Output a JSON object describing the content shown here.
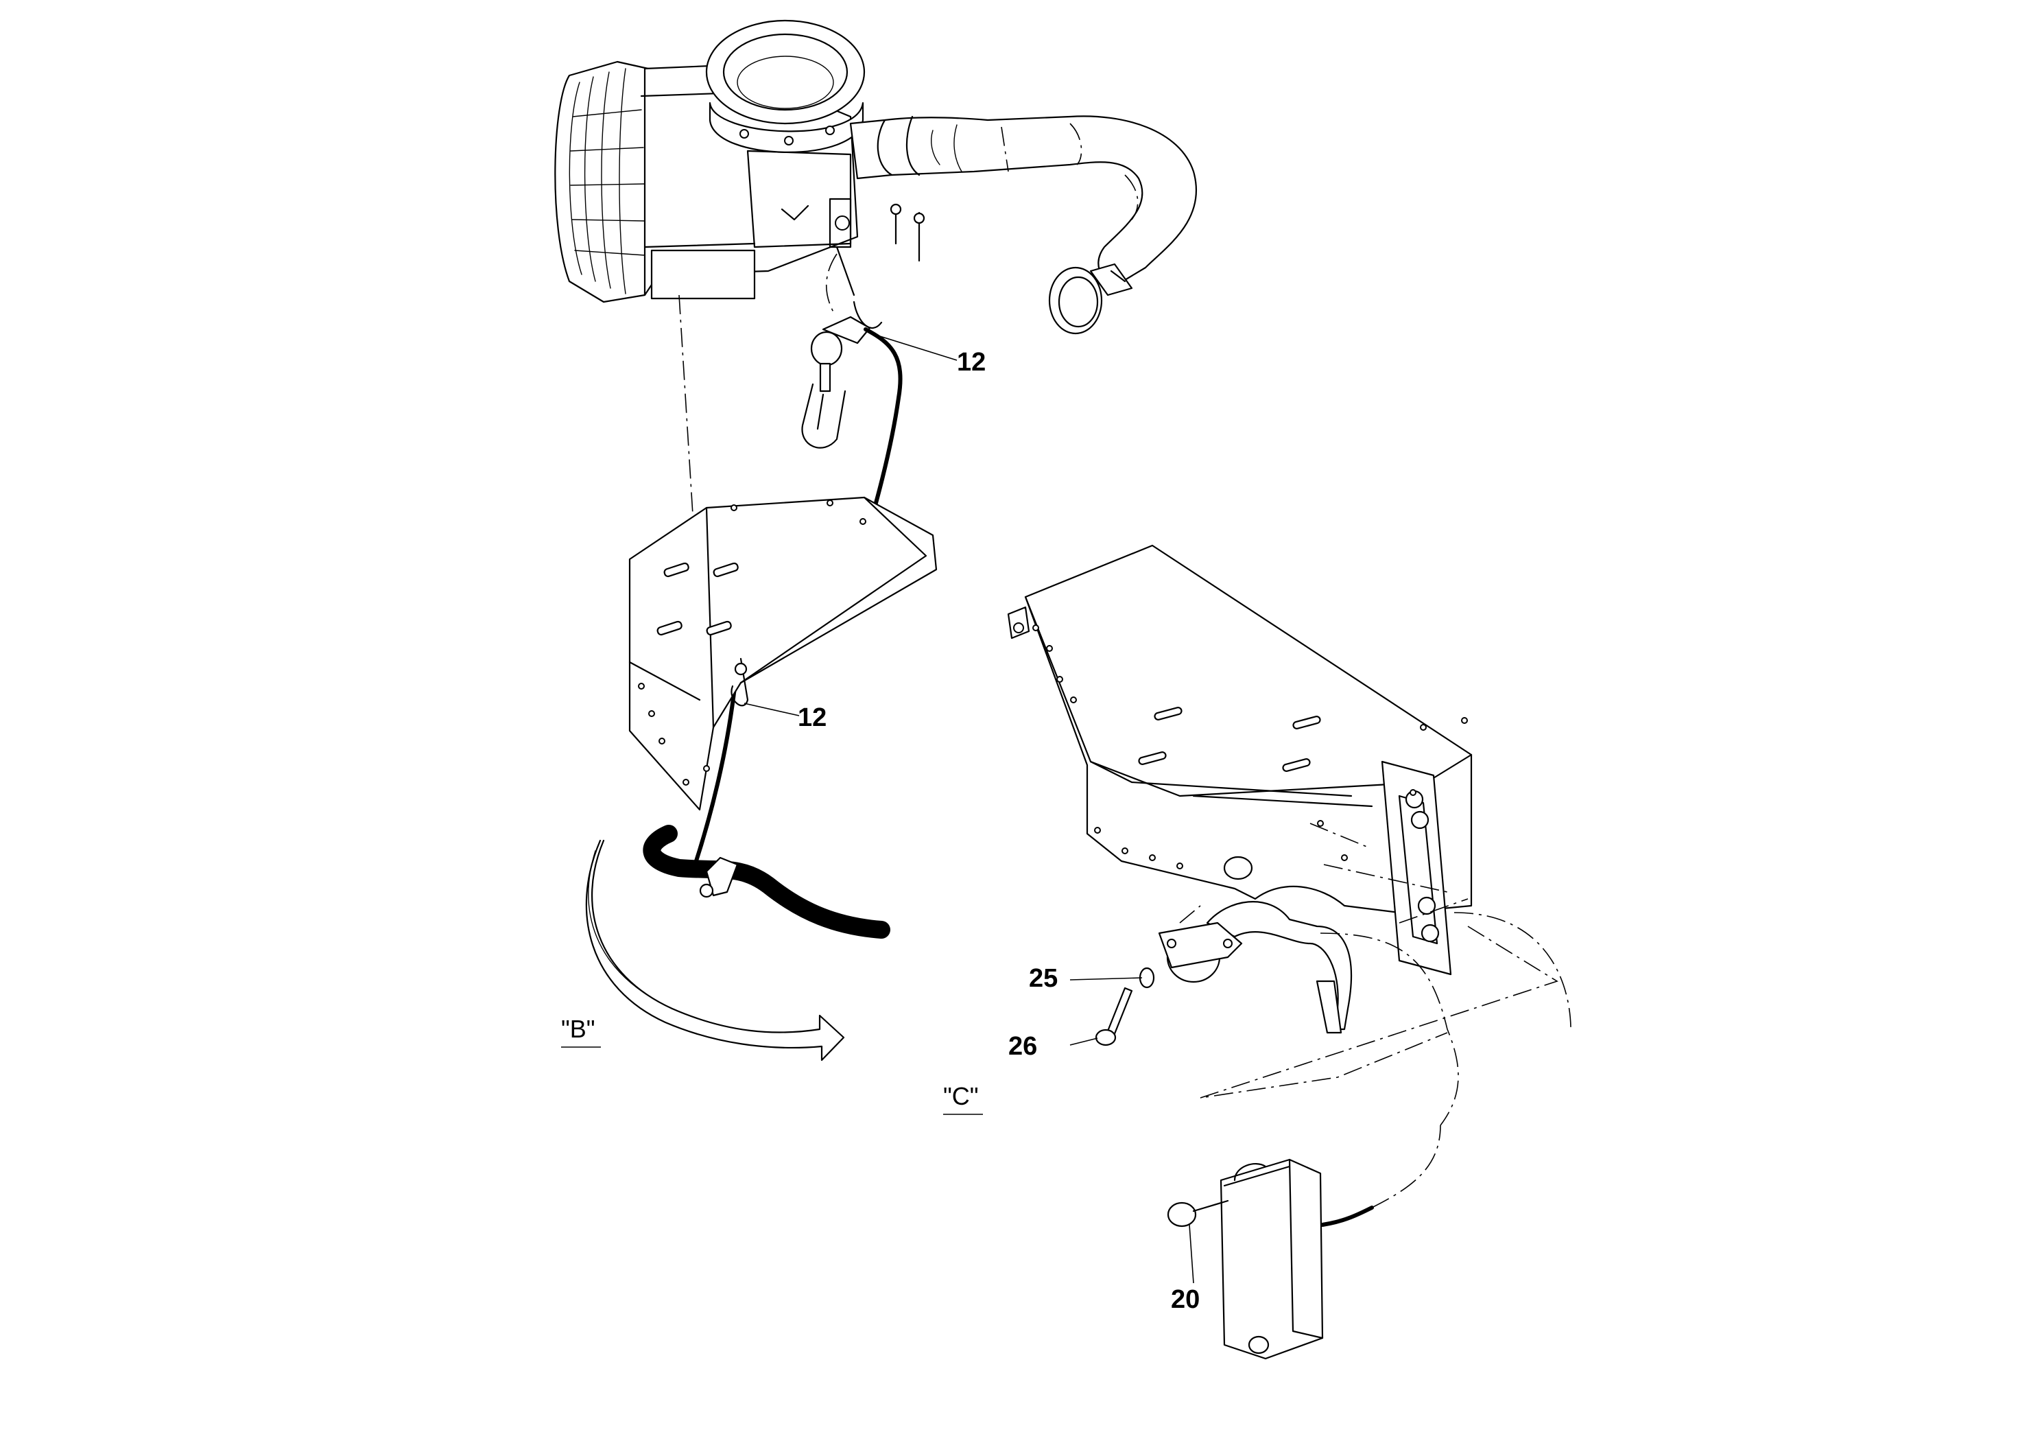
{
  "callouts": {
    "c12_top": "12",
    "c12_mid": "12",
    "c25": "25",
    "c26": "26",
    "c20": "20"
  },
  "views": {
    "b": "\"B\"",
    "c": "\"C\""
  }
}
